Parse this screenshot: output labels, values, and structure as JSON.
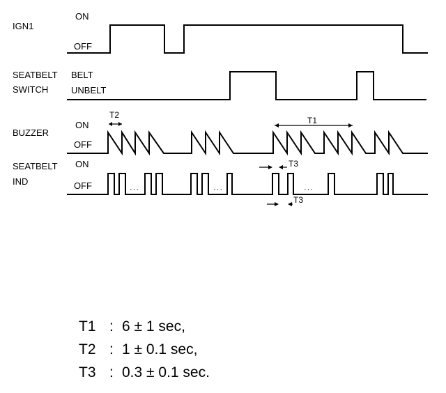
{
  "signals": [
    {
      "name": "IGN1",
      "high_label": "ON",
      "low_label": "OFF"
    },
    {
      "name_line1": "SEATBELT",
      "name_line2": "SWITCH",
      "high_label": "BELT",
      "low_label": "UNBELT"
    },
    {
      "name": "BUZZER",
      "high_label": "ON",
      "low_label": "OFF"
    },
    {
      "name_line1": "SEATBELT",
      "name_line2": "IND",
      "high_label": "ON",
      "low_label": "OFF"
    }
  ],
  "annotations": {
    "t1": "T1",
    "t2": "T2",
    "t3_top": "T3",
    "t3_bottom": "T3",
    "ellipsis": "···"
  },
  "legend": [
    {
      "symbol": "T1",
      "separator": ":",
      "value": "6 ± 1 sec,"
    },
    {
      "symbol": "T2",
      "separator": ":",
      "value": "1 ± 0.1 sec,"
    },
    {
      "symbol": "T3",
      "separator": ":",
      "value": "0.3 ± 0.1 sec."
    }
  ]
}
